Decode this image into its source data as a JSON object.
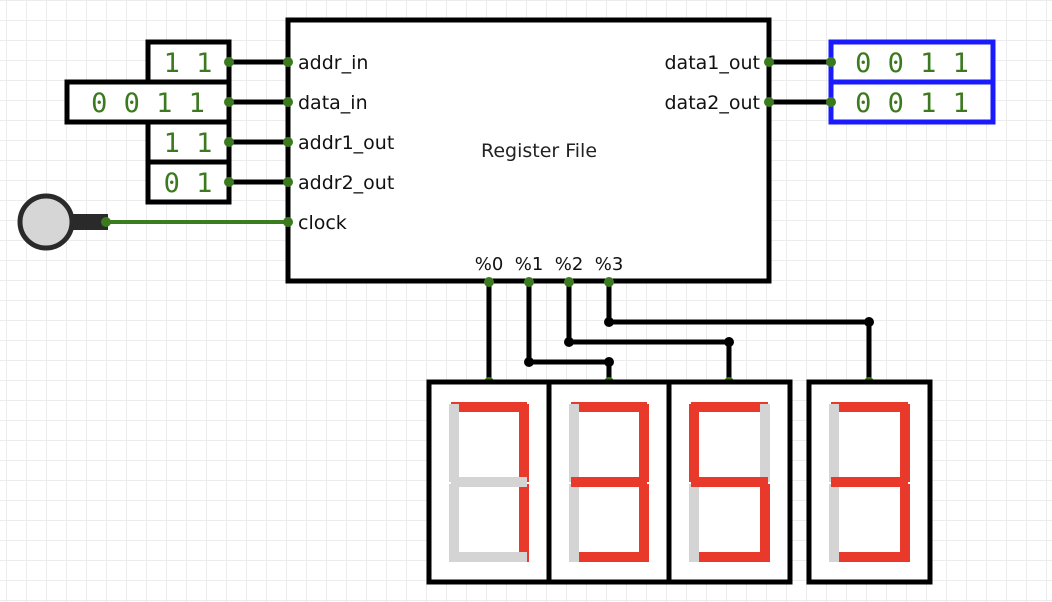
{
  "component": {
    "title": "Register File",
    "inputs": [
      "addr_in",
      "data_in",
      "addr1_out",
      "addr2_out",
      "clock"
    ],
    "outputs": [
      "data1_out",
      "data2_out"
    ],
    "taps": [
      "%0",
      "%1",
      "%2",
      "%3"
    ]
  },
  "input_switches": {
    "addr_in": "1 1",
    "data_in": "0 0 1 1",
    "addr1_out": "1 1",
    "addr2_out": "0 1"
  },
  "output_probes": {
    "data1_out": "0 0 1 1",
    "data2_out": "0 0 1 1"
  },
  "clock_button": {
    "state": "off"
  },
  "displays": [
    {
      "tap": "%0",
      "digit": 7,
      "segments_on": [
        "a",
        "b",
        "c"
      ]
    },
    {
      "tap": "%1",
      "digit": 3,
      "segments_on": [
        "a",
        "b",
        "c",
        "d",
        "g"
      ]
    },
    {
      "tap": "%2",
      "digit": 5,
      "segments_on": [
        "a",
        "c",
        "d",
        "f",
        "g"
      ]
    },
    {
      "tap": "%3",
      "digit": 3,
      "segments_on": [
        "a",
        "b",
        "c",
        "d",
        "g"
      ]
    }
  ],
  "colors": {
    "wire": "#000000",
    "clock_wire": "#3a7d1e",
    "dot": "#3c7a1f",
    "text_green": "#3c7a1f",
    "segment_on": "#e8392b",
    "segment_off": "#d4d4d4",
    "probe_border": "#1a1aff"
  }
}
